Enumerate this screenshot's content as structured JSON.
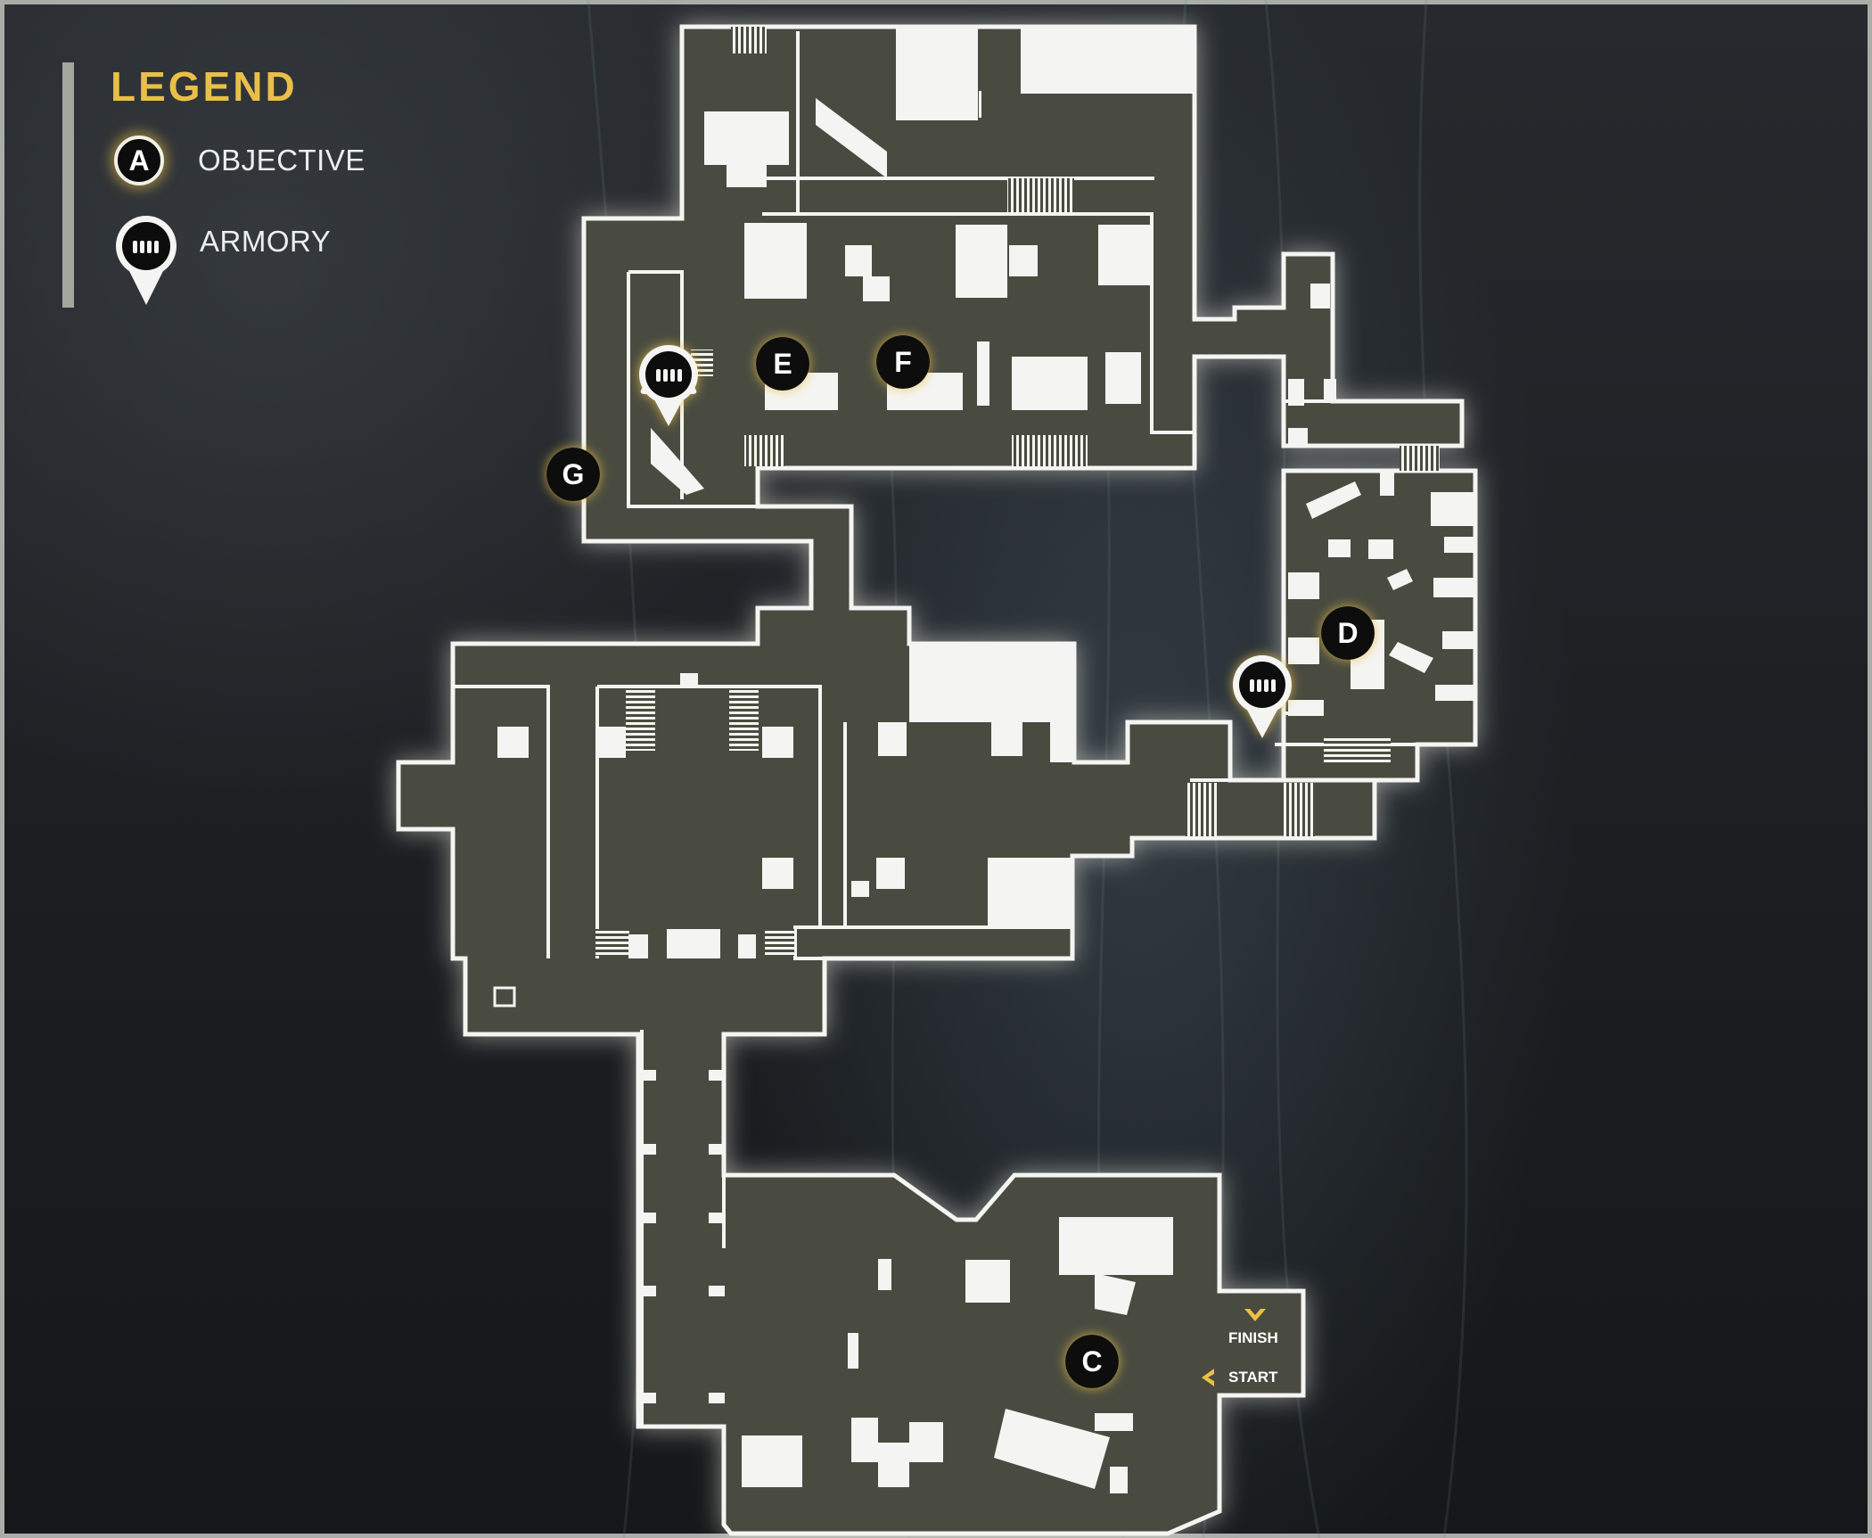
{
  "legend": {
    "title": "LEGEND",
    "objective_label": "OBJECTIVE",
    "objective_sample": "A",
    "armory_label": "ARMORY"
  },
  "objectives": [
    {
      "id": "objective-c",
      "label": "C"
    },
    {
      "id": "objective-d",
      "label": "D"
    },
    {
      "id": "objective-e",
      "label": "E"
    },
    {
      "id": "objective-f",
      "label": "F"
    },
    {
      "id": "objective-g",
      "label": "G"
    }
  ],
  "route": {
    "finish_label": "FINISH",
    "start_label": "START"
  },
  "armories": [
    {
      "id": "armory-north"
    },
    {
      "id": "armory-east"
    }
  ],
  "colors": {
    "floor": "#4a4c3f",
    "wall": "#f4f4f2",
    "accent": "#e9bf47",
    "marker": "#0c0c0c"
  },
  "icons": {
    "armory": "bullets-icon",
    "finish": "chevron-down-icon",
    "start": "chevron-left-icon"
  }
}
